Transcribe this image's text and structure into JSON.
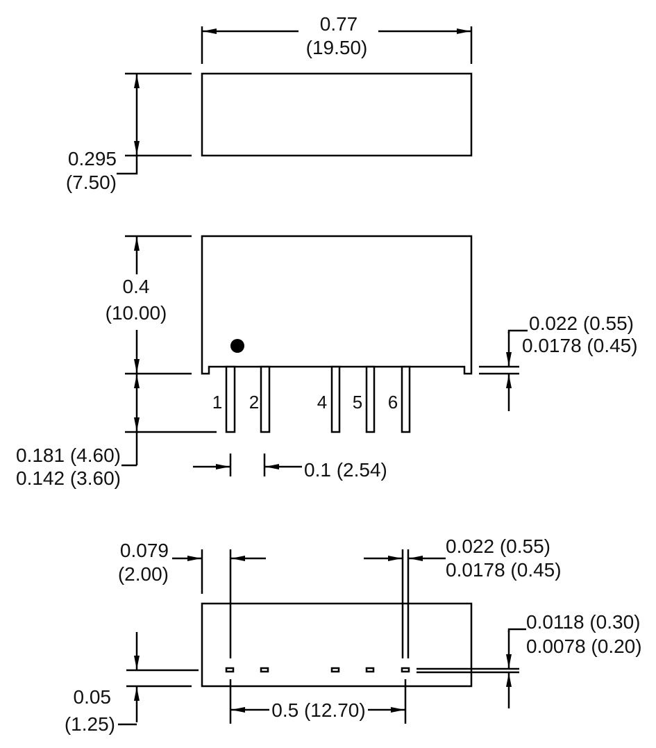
{
  "top_view": {
    "width_in": "0.77",
    "width_mm": "(19.50)",
    "depth_in": "0.295",
    "depth_mm": "(7.50)"
  },
  "side_view": {
    "height_in": "0.4",
    "height_mm": "(10.00)",
    "pin_len_max": "0.181 (4.60)",
    "pin_len_min": "0.142 (3.60)",
    "pin_pitch": "0.1 (2.54)",
    "pin_thick_max": "0.022 (0.55)",
    "pin_thick_min": "0.0178 (0.45)",
    "pins": [
      "1",
      "2",
      "4",
      "5",
      "6"
    ]
  },
  "bottom_view": {
    "edge_in": "0.079",
    "edge_mm": "(2.00)",
    "pin_width_max": "0.022 (0.55)",
    "pin_width_min": "0.0178 (0.45)",
    "pad_thick_max": "0.0118 (0.30)",
    "pad_thick_min": "0.0078 (0.20)",
    "standoff_in": "0.05",
    "standoff_mm": "(1.25)",
    "pin_span": "0.5 (12.70)"
  }
}
